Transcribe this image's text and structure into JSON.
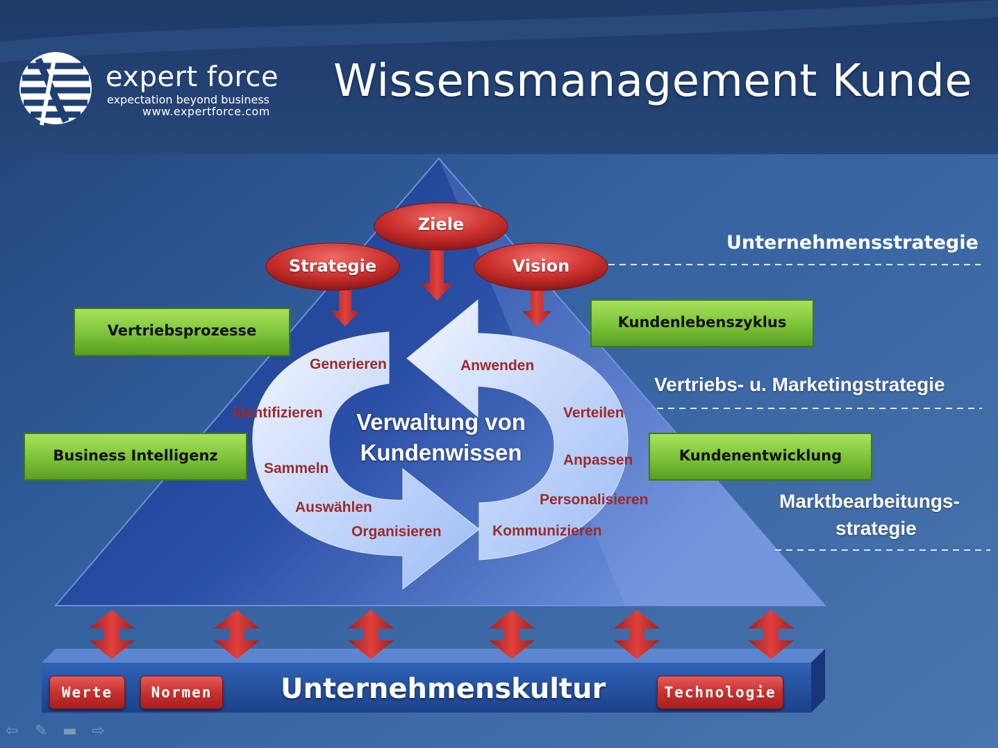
{
  "brand": {
    "name": "expert force",
    "tagline": "expectation beyond business",
    "url": "www.expertforce.com"
  },
  "title": "Wissensmanagement Kunde",
  "center": {
    "line1": "Verwaltung von",
    "line2": "Kundenwissen"
  },
  "top_ovals": {
    "ziele": "Ziele",
    "strategie": "Strategie",
    "vision": "Vision"
  },
  "green_boxes": {
    "vertriebsprozesse": "Vertriebsprozesse",
    "business_intelligenz": "Business Intelligenz",
    "kundenlebenszyklus": "Kundenlebenszyklus",
    "kundenentwicklung": "Kundenentwicklung"
  },
  "cycle_words": {
    "generieren": "Generieren",
    "identifizieren": "Identifizieren",
    "sammeln": "Sammeln",
    "auswaehlen": "Auswählen",
    "organisieren": "Organisieren",
    "anwenden": "Anwenden",
    "verteilen": "Verteilen",
    "anpassen": "Anpassen",
    "personalisieren": "Personalisieren",
    "kommunizieren": "Kommunizieren"
  },
  "strategy_levels": {
    "unternehmensstrategie": "Unternehmensstrategie",
    "vertriebs_marketing": "Vertriebs- u. Marketingstrategie",
    "marktbearbeitung_line1": "Marktbearbeitungs-",
    "marktbearbeitung_line2": "strategie"
  },
  "base": {
    "culture": "Unternehmenskultur",
    "werte": "Werte",
    "normen": "Normen",
    "technologie": "Technologie"
  },
  "colors": {
    "background": "#2f5690",
    "pyramid_dark": "#1c3f8a",
    "pyramid_light": "#5d82cf",
    "green_box": "#7cc43a",
    "red_oval": "#d0312f",
    "cycle_text": "#9c2a2a"
  },
  "icons": {
    "prev": "arrow-left-icon",
    "pen": "pen-icon",
    "menu": "slide-menu-icon",
    "next": "arrow-right-icon"
  }
}
